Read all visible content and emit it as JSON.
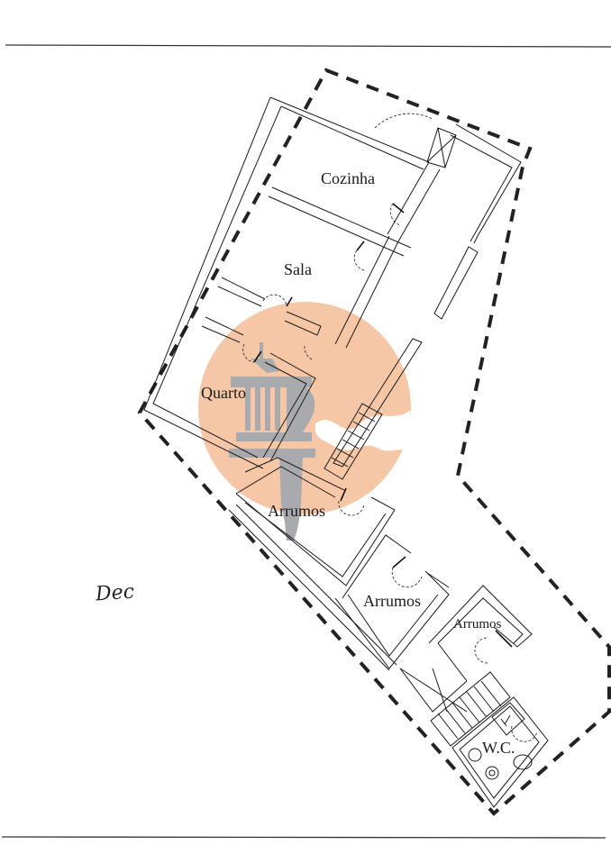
{
  "document": {
    "type": "floor-plan",
    "rooms": [
      {
        "id": "cozinha",
        "label": "Cozinha"
      },
      {
        "id": "sala",
        "label": "Sala"
      },
      {
        "id": "quarto",
        "label": "Quarto"
      },
      {
        "id": "arrumos-1",
        "label": "Arrumos"
      },
      {
        "id": "arrumos-2",
        "label": "Arrumos"
      },
      {
        "id": "arrumos-3",
        "label": "Arrumos"
      },
      {
        "id": "wc",
        "label": "W.C."
      }
    ],
    "signature": "Dec",
    "colors": {
      "line": "#1a1a1a",
      "dashed_boundary": "#222222",
      "watermark_circle": "#f6c7a6",
      "watermark_figure": "#a9aaad",
      "background": "#ffffff"
    },
    "watermark": {
      "shape": "orange-circle-with-grey-column-logo"
    }
  }
}
